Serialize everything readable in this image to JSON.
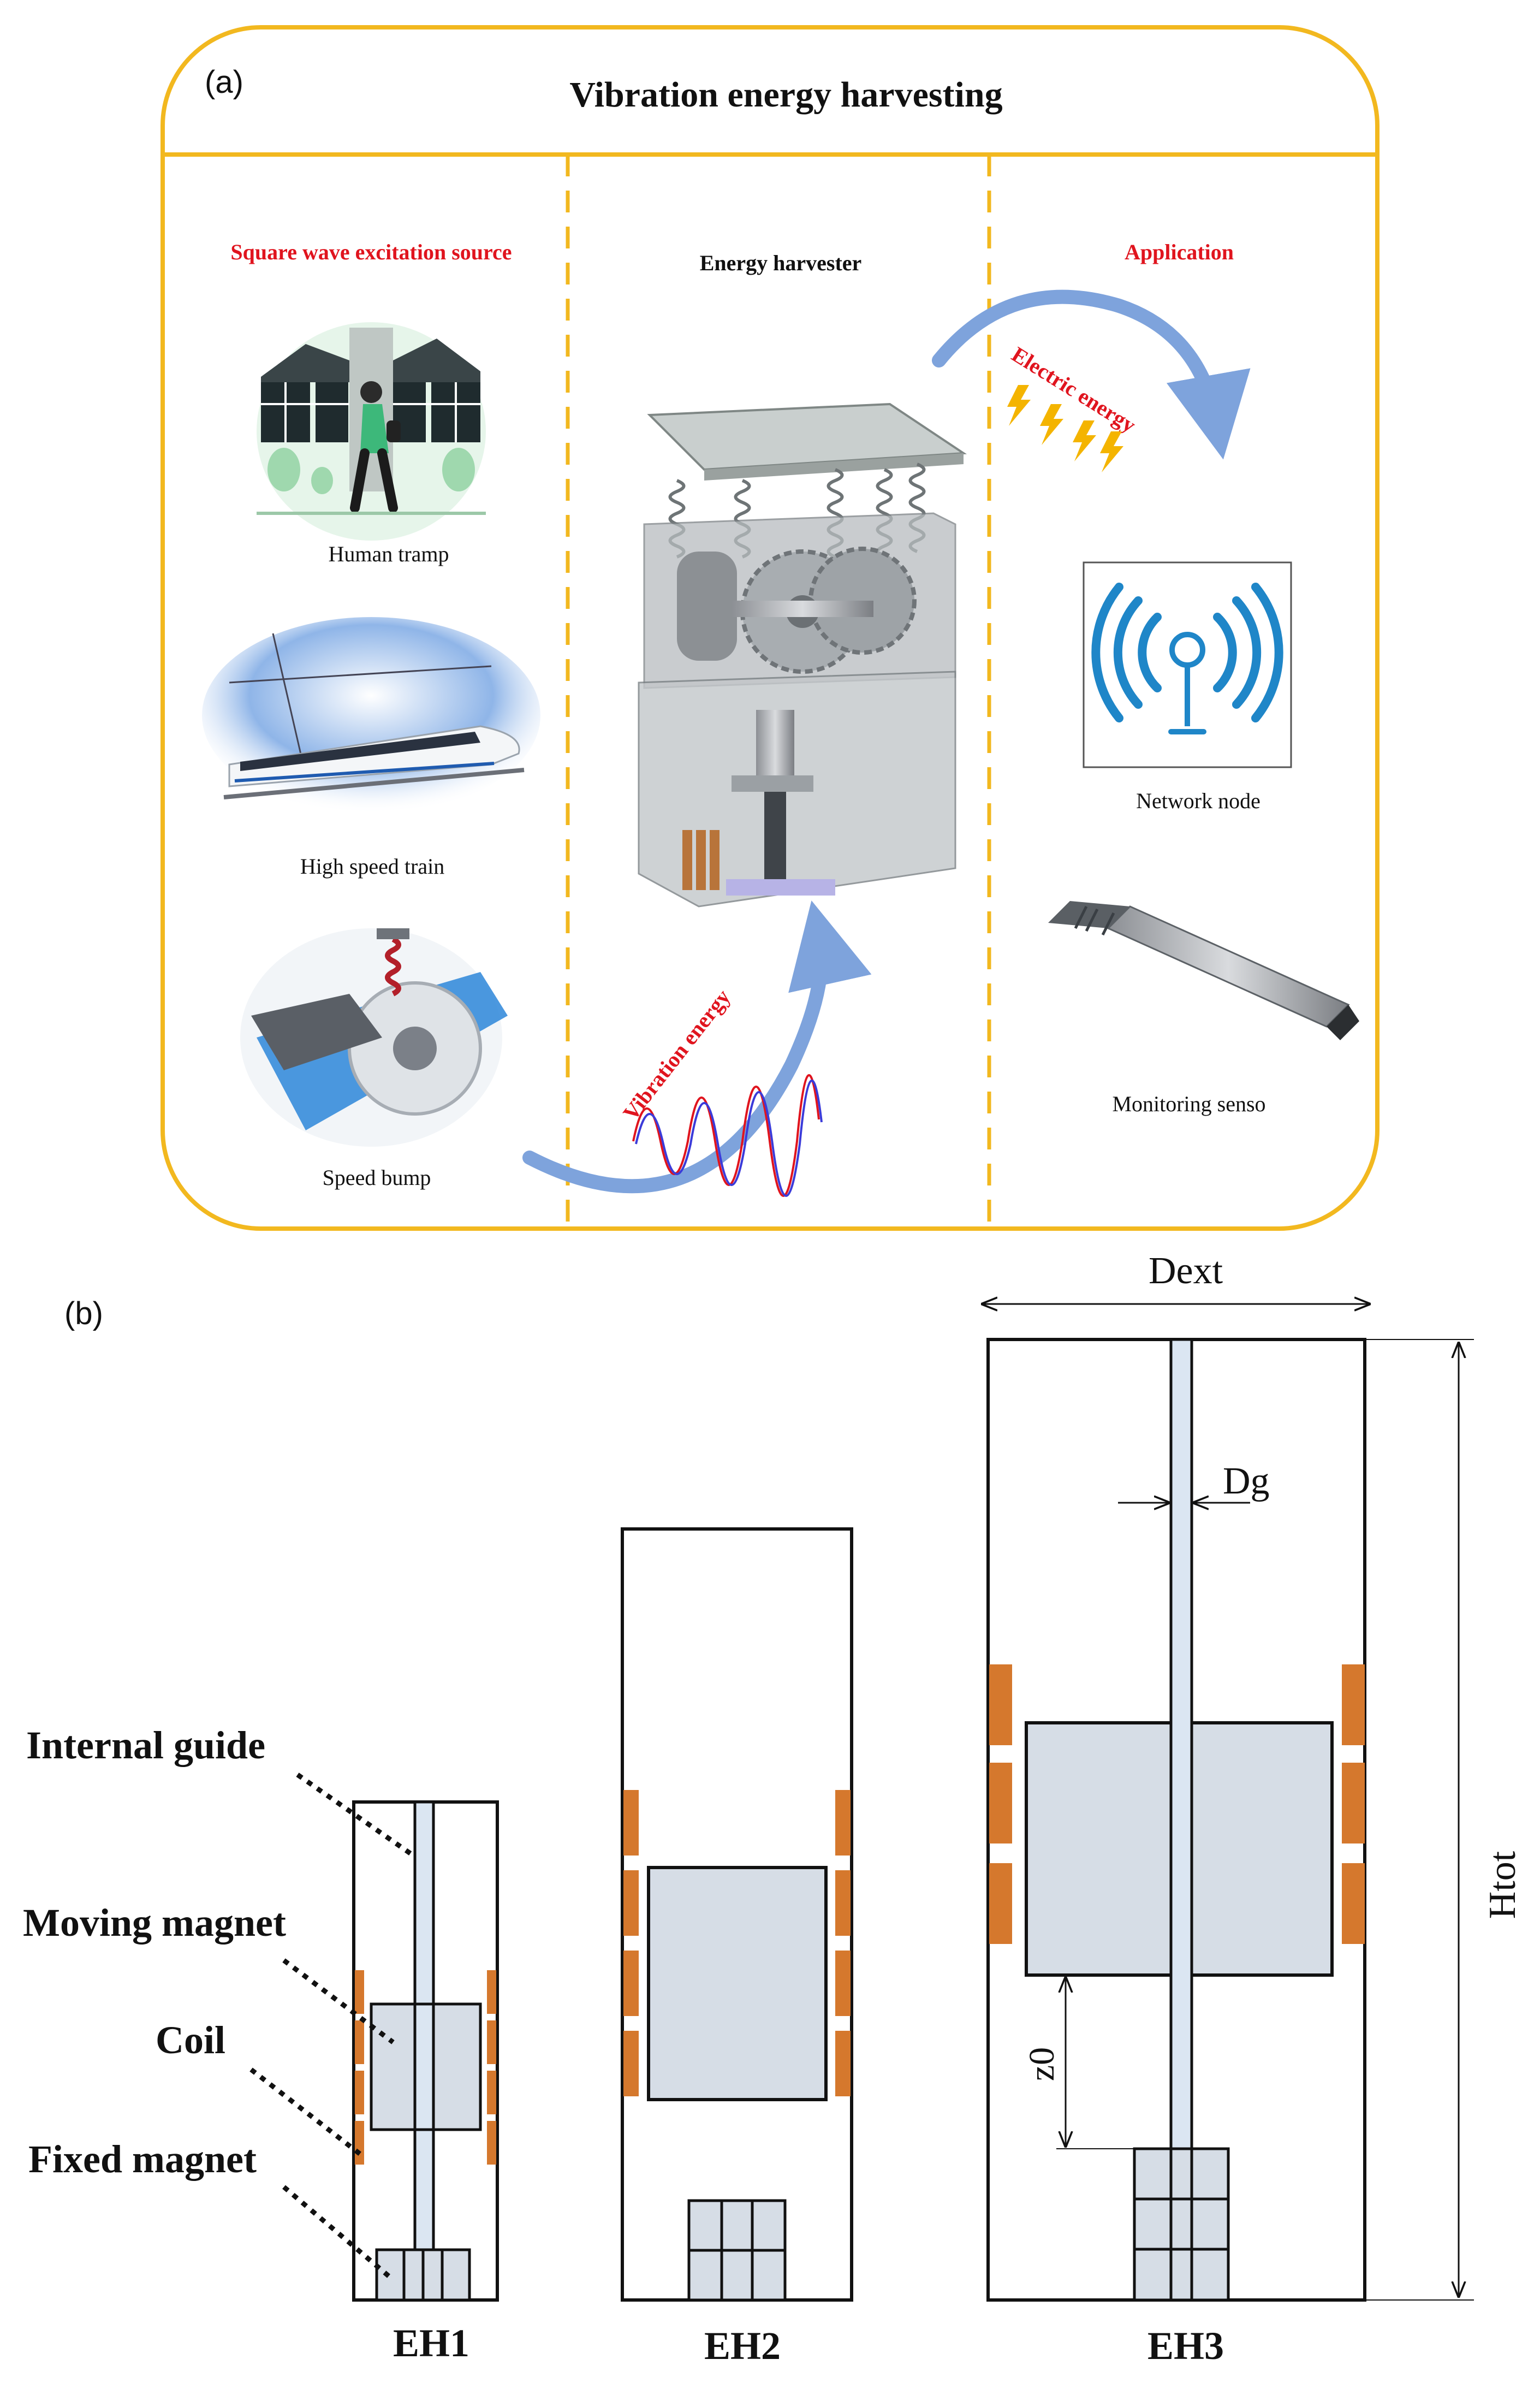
{
  "panel_a": {
    "label": "(a)",
    "title": "Vibration energy harvesting",
    "columns": {
      "source": {
        "heading": "Square wave excitation source",
        "items": [
          {
            "label": "Human tramp",
            "icon": "walking-person-icon"
          },
          {
            "label": "High speed train",
            "icon": "high-speed-train-icon"
          },
          {
            "label": "Speed bump",
            "icon": "vehicle-suspension-icon"
          }
        ]
      },
      "harvester": {
        "heading": "Energy harvester",
        "vibration_label": "Vibration energy"
      },
      "application": {
        "heading": "Application",
        "electric_label": "Electric energy",
        "items": [
          {
            "label": "Network node",
            "icon": "wireless-antenna-icon"
          },
          {
            "label": "Monitoring senso",
            "icon": "monitoring-sensor-icon"
          }
        ]
      }
    },
    "colors": {
      "frame": "#f2b81f",
      "heading_red": "#e0141e",
      "arrow_blue": "#7ea3dc",
      "lightning": "#f4b400",
      "antenna_blue": "#1f86c8"
    }
  },
  "panel_b": {
    "label": "(b)",
    "callouts": [
      "Internal guide",
      "Moving magnet",
      "Coil",
      "Fixed magnet"
    ],
    "harvesters": [
      "EH1",
      "EH2",
      "EH3"
    ],
    "dimensions": {
      "outer_diameter": "Dext",
      "guide_diameter": "Dg",
      "total_height": "Htot",
      "gap": "z0"
    },
    "colors": {
      "coil": "#d5782d",
      "magnet": "#d6dde6",
      "guide": "#dbe6f2",
      "outline": "#111111"
    }
  }
}
